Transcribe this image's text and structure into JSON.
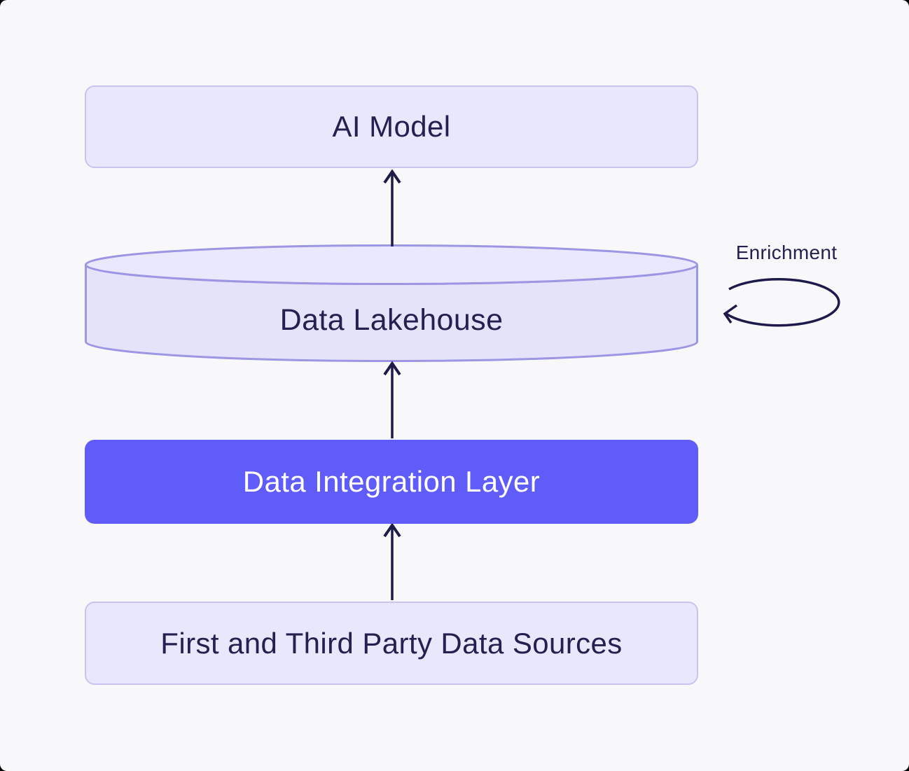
{
  "page": {
    "background": "#f8f8fa",
    "frame_corner_color": "#000000"
  },
  "diagram": {
    "nodes": [
      {
        "id": "ai-model",
        "label": "AI Model",
        "shape": "rounded-rect",
        "variant": "light"
      },
      {
        "id": "data-lakehouse",
        "label": "Data Lakehouse",
        "shape": "cylinder",
        "variant": "light"
      },
      {
        "id": "data-integration-layer",
        "label": "Data Integration Layer",
        "shape": "rounded-rect",
        "variant": "solid"
      },
      {
        "id": "first-and-third-party-data-sources",
        "label": "First and Third Party Data Sources",
        "shape": "rounded-rect",
        "variant": "light"
      }
    ],
    "edges": [
      {
        "from": "first-and-third-party-data-sources",
        "to": "data-integration-layer",
        "type": "arrow-up"
      },
      {
        "from": "data-integration-layer",
        "to": "data-lakehouse",
        "type": "arrow-up"
      },
      {
        "from": "data-lakehouse",
        "to": "ai-model",
        "type": "arrow-up"
      },
      {
        "from": "data-lakehouse",
        "to": "data-lakehouse",
        "type": "self-loop",
        "label": "Enrichment"
      }
    ],
    "enrichment_label": "Enrichment",
    "colors": {
      "accent_solid": "#5f5cfa",
      "light_fill": "#e9e7fc",
      "light_border": "#c9c3f0",
      "cylinder_fill": "#e5e3fa",
      "cylinder_top_fill": "#eae8fc",
      "cylinder_border": "#9c96e4",
      "ink": "#232150",
      "arrow": "#1e1b4b",
      "solid_text": "#ffffff",
      "background": "#f8f8fa"
    }
  }
}
